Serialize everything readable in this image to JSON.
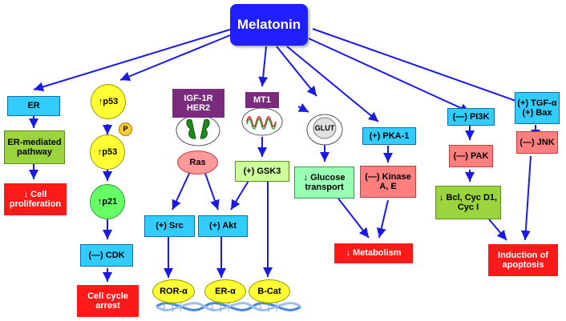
{
  "center": {
    "label": "Melatonin"
  },
  "er_branch": {
    "er": "ER",
    "pathway": "ER-mediated\npathway",
    "outcome": "↓ Cell\nproliferation"
  },
  "p53_branch": {
    "p53_top": "↑p53",
    "phospho": "P",
    "p53_mid": "↑p53",
    "p21": "↑p21",
    "cdk": "(—) CDK",
    "outcome": "Cell cycle\narrest"
  },
  "igf_branch": {
    "receptor": "IGF-1R\nHER2",
    "ras": "Ras",
    "src": "(+) Src",
    "akt": "(+) Akt",
    "ror": "ROR-α",
    "er_alpha": "ER-α"
  },
  "mt1_branch": {
    "receptor": "MT1",
    "gsk3": "(+) GSK3",
    "bcat": "B-Cat"
  },
  "glut_branch": {
    "glut": "GLUT",
    "glucose": "↓ Glucose\ntransport"
  },
  "pka_branch": {
    "pka": "(+) PKA-1",
    "kinase": "(—) Kinase\nA, E"
  },
  "metabolism": {
    "outcome": "↓ Metabolism"
  },
  "pi3k_branch": {
    "pi3k": "(—) PI3K",
    "pak": "(—) PAK",
    "bcl": "↓ Bcl, Cyc D1,\nCyc I"
  },
  "tgf_branch": {
    "tgf": "(+) TGF-α\n(+) Bax",
    "jnk": "(—) JNK"
  },
  "apoptosis": {
    "outcome": "Induction of\napoptosis"
  },
  "colors": {
    "arrow": "#1a1ae6",
    "melatonin": "#1f1fff",
    "cyan": "#33ccff",
    "green": "#9bd43d",
    "red": "#ff1a1a",
    "purple": "#7a2b7e",
    "yellow": "#ffff33",
    "salmon": "#ff7f7f"
  },
  "icons": [
    "receptor-dimer-icon",
    "mt1-receptor-icon",
    "glut-transporter-icon",
    "dna-helix-icon"
  ]
}
